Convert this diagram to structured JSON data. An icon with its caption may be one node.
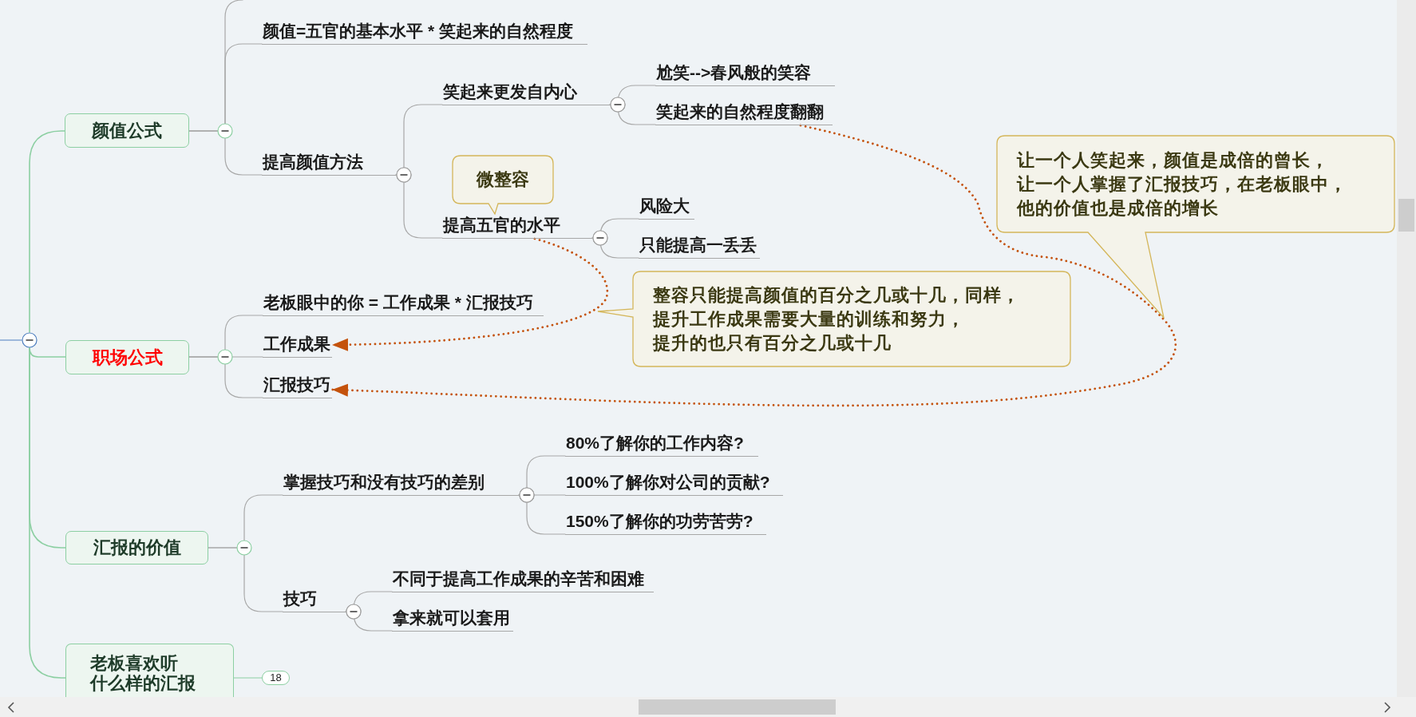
{
  "diagram": {
    "nodes": [
      {
        "text": [
          "颜值公式"
        ]
      },
      {
        "text": [
          "颜值=五官的基本水平 * 笑起来的自然程度"
        ]
      },
      {
        "text": [
          "提高颜值方法"
        ]
      },
      {
        "text": [
          "笑起来更发自内心"
        ]
      },
      {
        "text": [
          "尬笑-->春风般的笑容"
        ]
      },
      {
        "text": [
          "笑起来的自然程度翻翻"
        ]
      },
      {
        "text": [
          "微整容"
        ]
      },
      {
        "text": [
          "提高五官的水平"
        ]
      },
      {
        "text": [
          "风险大"
        ]
      },
      {
        "text": [
          "只能提高一丢丢"
        ]
      },
      {
        "text": [
          "让一个人笑起来，颜值是成倍的曾长，让一个人掌握了汇报技巧，在老板眼中，他的价值也是成倍的增长"
        ]
      },
      {
        "text": [
          "职场公式"
        ]
      },
      {
        "text": [
          "老板眼中的你 = 工作成果 * 汇报技巧"
        ]
      },
      {
        "text": [
          "工作成果"
        ]
      },
      {
        "text": [
          "汇报技巧"
        ]
      },
      {
        "text": [
          "整容只能提高颜值的百分之几或十几，同样，提升工作成果需要大量的训练和努力，提升的也只有百分之几或十几"
        ]
      },
      {
        "text": [
          "汇报的价值"
        ]
      },
      {
        "text": [
          "掌握技巧和没有技巧的差别"
        ]
      },
      {
        "text": [
          "80%了解你的工作内容?"
        ]
      },
      {
        "text": [
          "100%了解你对公司的贡献?"
        ]
      },
      {
        "text": [
          "150%了解你的功劳苦劳?"
        ]
      },
      {
        "text": [
          "技巧"
        ]
      },
      {
        "text": [
          "不同于提高工作成果的辛苦和困难"
        ]
      },
      {
        "text": [
          "拿来就可以套用"
        ]
      },
      {
        "text": [
          "老板喜欢听什么样的汇报"
        ]
      },
      {
        "text": [
          "18"
        ]
      },
      {
        "text": [],
        "shape": "circle"
      }
    ],
    "edges": [
      {
        "from": null,
        "to": 26,
        "arrow": "none",
        "color": "#4f7fbf"
      },
      {
        "from": 26,
        "to": 0,
        "arrow": "none",
        "color": "#8ccfa2"
      },
      {
        "from": 0,
        "to": null,
        "arrow": "none"
      },
      {
        "from": 0,
        "to": 1,
        "arrow": "none"
      },
      {
        "from": 0,
        "to": 2,
        "arrow": "none"
      },
      {
        "from": 2,
        "to": 3,
        "arrow": "other"
      },
      {
        "from": 3,
        "to": 4,
        "arrow": "other"
      },
      {
        "from": 3,
        "to": 5,
        "arrow": "other"
      },
      {
        "from": 2,
        "to": 7,
        "arrow": "other"
      },
      {
        "from": 7,
        "to": 8,
        "arrow": "other"
      },
      {
        "from": 7,
        "to": 9,
        "arrow": "other"
      },
      {
        "from": 5,
        "to": 14,
        "arrow": "to",
        "style": "dashed",
        "color": "#c4520c"
      },
      {
        "from": 26,
        "to": 11,
        "arrow": "none",
        "color": "#8ccfa2"
      },
      {
        "from": 11,
        "to": 12,
        "arrow": "none"
      },
      {
        "from": 11,
        "to": 13,
        "arrow": "none"
      },
      {
        "from": 11,
        "to": 14,
        "arrow": "none"
      },
      {
        "from": 7,
        "to": 13,
        "arrow": "to",
        "style": "dashed",
        "color": "#c4520c"
      },
      {
        "from": 26,
        "to": 16,
        "arrow": "none",
        "color": "#8ccfa2"
      },
      {
        "from": 16,
        "to": 17,
        "arrow": "none"
      },
      {
        "from": 17,
        "to": 18,
        "arrow": "other"
      },
      {
        "from": 17,
        "to": 19,
        "arrow": "other"
      },
      {
        "from": 17,
        "to": 20,
        "arrow": "other"
      },
      {
        "from": 16,
        "to": 21,
        "arrow": "none"
      },
      {
        "from": 21,
        "to": 22,
        "arrow": "other"
      },
      {
        "from": 21,
        "to": 23,
        "arrow": "other"
      },
      {
        "from": 26,
        "to": 24,
        "arrow": "none",
        "color": "#8ccfa2"
      },
      {
        "from": 24,
        "to": 25,
        "arrow": "none",
        "color": "#8ccfa2"
      }
    ]
  }
}
